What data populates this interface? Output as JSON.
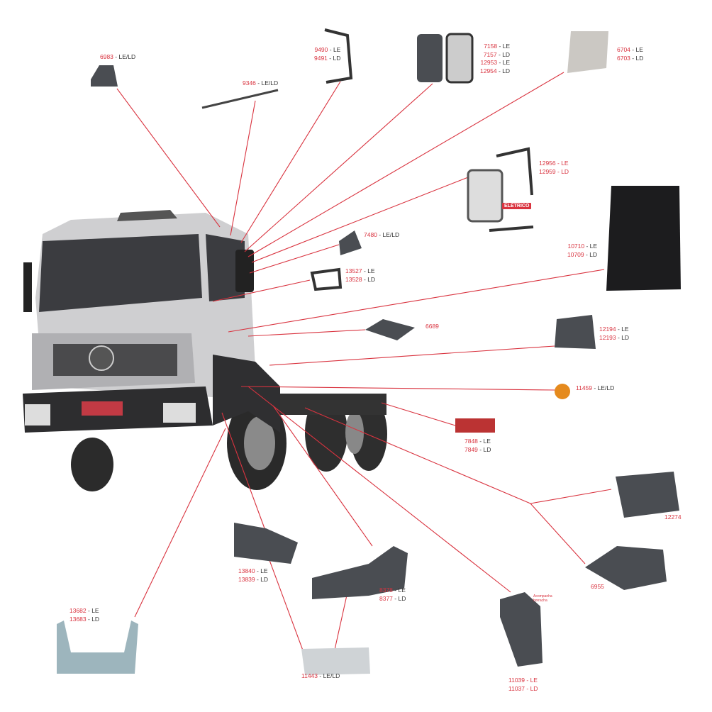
{
  "colors": {
    "accent": "#d9333f",
    "text": "#333333",
    "part": "#4a4d52"
  },
  "labels": [
    {
      "id": "p6983",
      "lines": [
        {
          "code": "6983",
          "side": "LE/LD"
        }
      ]
    },
    {
      "id": "p9346",
      "lines": [
        {
          "code": "9346",
          "side": "LE/LD"
        }
      ]
    },
    {
      "id": "p9490",
      "lines": [
        {
          "code": "9490",
          "side": "LE"
        },
        {
          "code": "9491",
          "side": "LD"
        }
      ]
    },
    {
      "id": "p7158",
      "lines": [
        {
          "code": "7158",
          "side": "LE"
        },
        {
          "code": "7157",
          "side": "LD"
        },
        {
          "code": "12953",
          "side": "LE"
        },
        {
          "code": "12954",
          "side": "LD"
        }
      ]
    },
    {
      "id": "p6704",
      "lines": [
        {
          "code": "6704",
          "side": "LE"
        },
        {
          "code": "6703",
          "side": "LD"
        }
      ]
    },
    {
      "id": "p12956",
      "lines": [
        {
          "code": "12956",
          "side": "LE"
        },
        {
          "code": "12959",
          "side": "LD"
        }
      ]
    },
    {
      "id": "p7480",
      "lines": [
        {
          "code": "7480",
          "side": "LE/LD"
        }
      ]
    },
    {
      "id": "p13527",
      "lines": [
        {
          "code": "13527",
          "side": "LE"
        },
        {
          "code": "13528",
          "side": "LD"
        }
      ]
    },
    {
      "id": "p10710",
      "lines": [
        {
          "code": "10710",
          "side": "LE"
        },
        {
          "code": "10709",
          "side": "LD"
        }
      ]
    },
    {
      "id": "p6689",
      "lines": [
        {
          "code": "6689",
          "side": ""
        }
      ]
    },
    {
      "id": "p12194",
      "lines": [
        {
          "code": "12194",
          "side": "LE"
        },
        {
          "code": "12193",
          "side": "LD"
        }
      ]
    },
    {
      "id": "p11459",
      "lines": [
        {
          "code": "11459",
          "side": "LE/LD"
        }
      ]
    },
    {
      "id": "p7848",
      "lines": [
        {
          "code": "7848",
          "side": "LE"
        },
        {
          "code": "7849",
          "side": "LD"
        }
      ]
    },
    {
      "id": "p12274",
      "lines": [
        {
          "code": "12274",
          "side": ""
        }
      ]
    },
    {
      "id": "p6955",
      "lines": [
        {
          "code": "6955",
          "side": ""
        }
      ]
    },
    {
      "id": "p13840",
      "lines": [
        {
          "code": "13840",
          "side": "LE"
        },
        {
          "code": "13839",
          "side": "LD"
        }
      ]
    },
    {
      "id": "p8378",
      "lines": [
        {
          "code": "8378",
          "side": "LE"
        },
        {
          "code": "8377",
          "side": "LD"
        }
      ]
    },
    {
      "id": "p13682",
      "lines": [
        {
          "code": "13682",
          "side": "LE"
        },
        {
          "code": "13683",
          "side": "LD"
        }
      ]
    },
    {
      "id": "p11443",
      "lines": [
        {
          "code": "11443",
          "side": "LE/LD"
        }
      ]
    },
    {
      "id": "p11039",
      "lines": [
        {
          "code": "11039",
          "side": "LE"
        },
        {
          "code": "11037",
          "side": "LD"
        }
      ]
    }
  ],
  "badge": "ELÉTRICO",
  "note": "Acompanha borracha"
}
